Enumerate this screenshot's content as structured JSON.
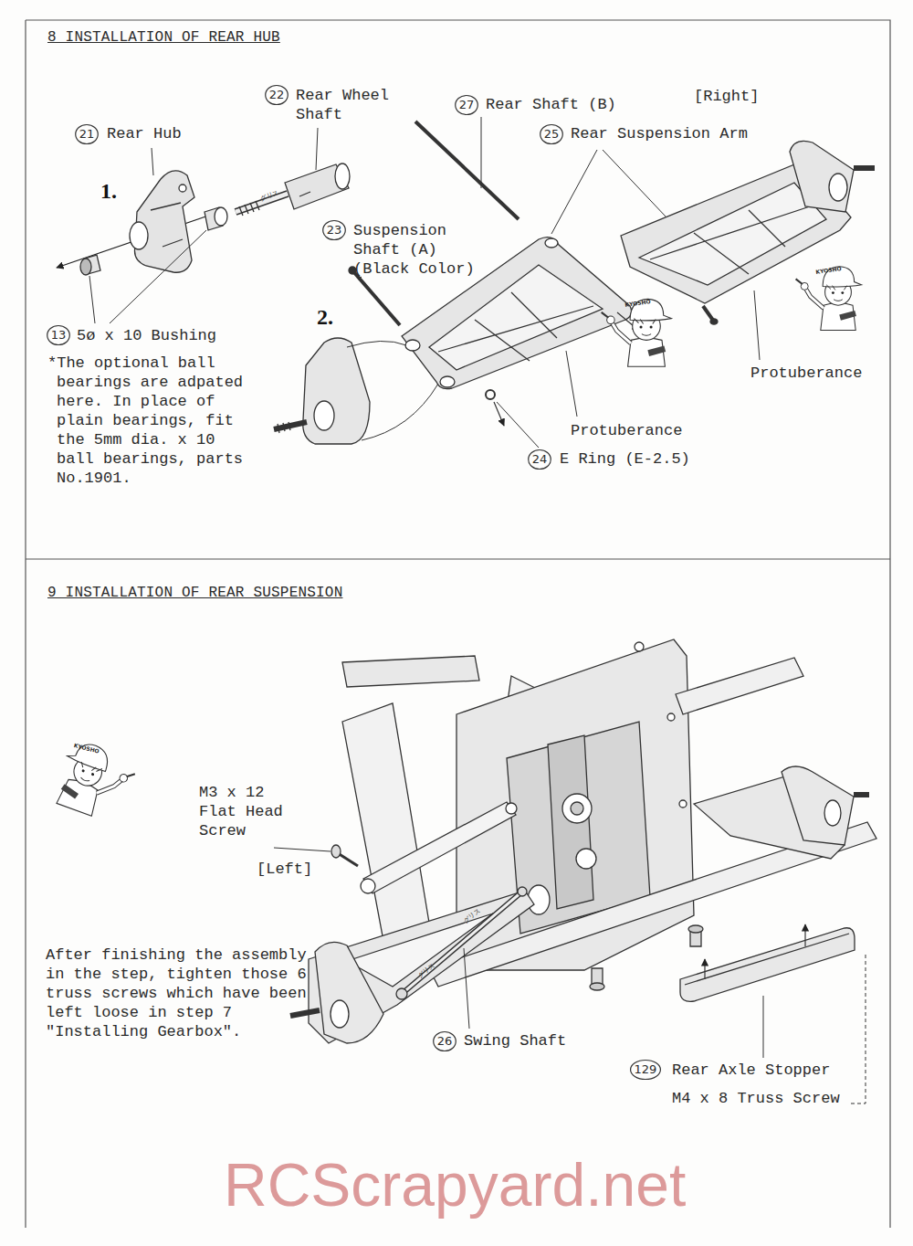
{
  "diagram": {
    "labels": [
      "8 INSTALLATION OF REAR HUB",
      "21",
      "Rear Hub",
      "1.",
      "22",
      "Rear Wheel Shaft",
      "グリス",
      "27",
      "Rear Shaft (B)",
      "[Right]",
      "25",
      "Rear Suspension Arm",
      "23",
      "Suspension Shaft (A) (Black Color)",
      "2.",
      "KYOSHO",
      "KYOSHO",
      "Protuberance",
      "13",
      "5ø x 10 Bushing",
      "*The optional ball bearings are adpated here. In place of plain bearings, fit the 5mm dia. x 10 ball bearings, parts No.1901.",
      "Protuberance",
      "24",
      "E Ring (E-2.5)",
      "9 INSTALLATION OF REAR SUSPENSION",
      "M3 x 12 Flat Head Screw",
      "KYOSHO",
      "[Left]",
      "グリス",
      "グリス",
      "After finishing the assembly in the step, tighten those 6 truss screws which have been left loose in step 7 \"Installing Gearbox\".",
      "26",
      "Swing Shaft",
      "129",
      "Rear Axle Stopper",
      "M4 x 8 Truss Screw",
      "RCScrapyard.net"
    ]
  }
}
